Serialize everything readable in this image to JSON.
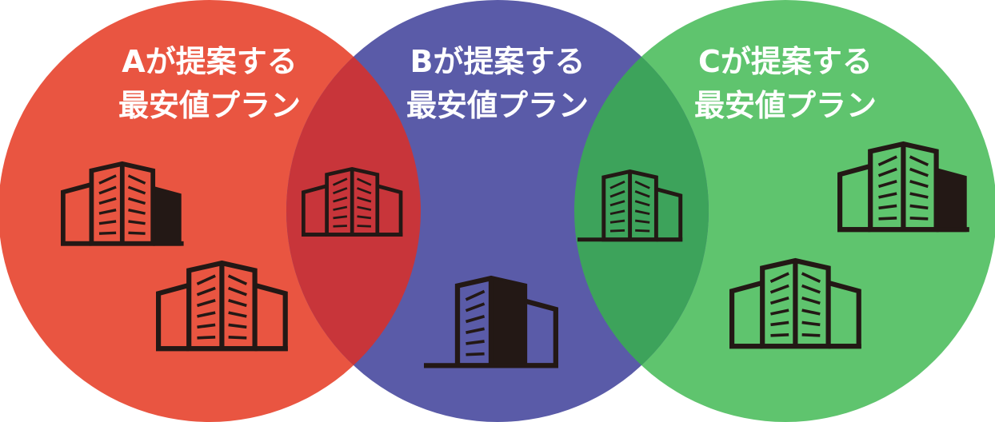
{
  "diagram": {
    "type": "venn",
    "sets": [
      {
        "id": "A",
        "line1": "Aが提案する",
        "line2": "最安値プラン",
        "color": "#E95541"
      },
      {
        "id": "B",
        "line1": "Bが提案する",
        "line2": "最安値プラン",
        "color": "#5A5BA8"
      },
      {
        "id": "C",
        "line1": "Cが提案する",
        "line2": "最安値プラン",
        "color": "#5FC46E"
      }
    ],
    "overlaps": [
      {
        "sets": [
          "A",
          "B"
        ],
        "color": "#C8353A"
      },
      {
        "sets": [
          "B",
          "C"
        ],
        "color": "#3DA35B"
      }
    ],
    "icon": "building-icon",
    "icon_color": "#231815",
    "buildings_per_region": {
      "A": 2,
      "A∩B": 1,
      "B": 1,
      "B∩C": 1,
      "C": 2
    }
  }
}
